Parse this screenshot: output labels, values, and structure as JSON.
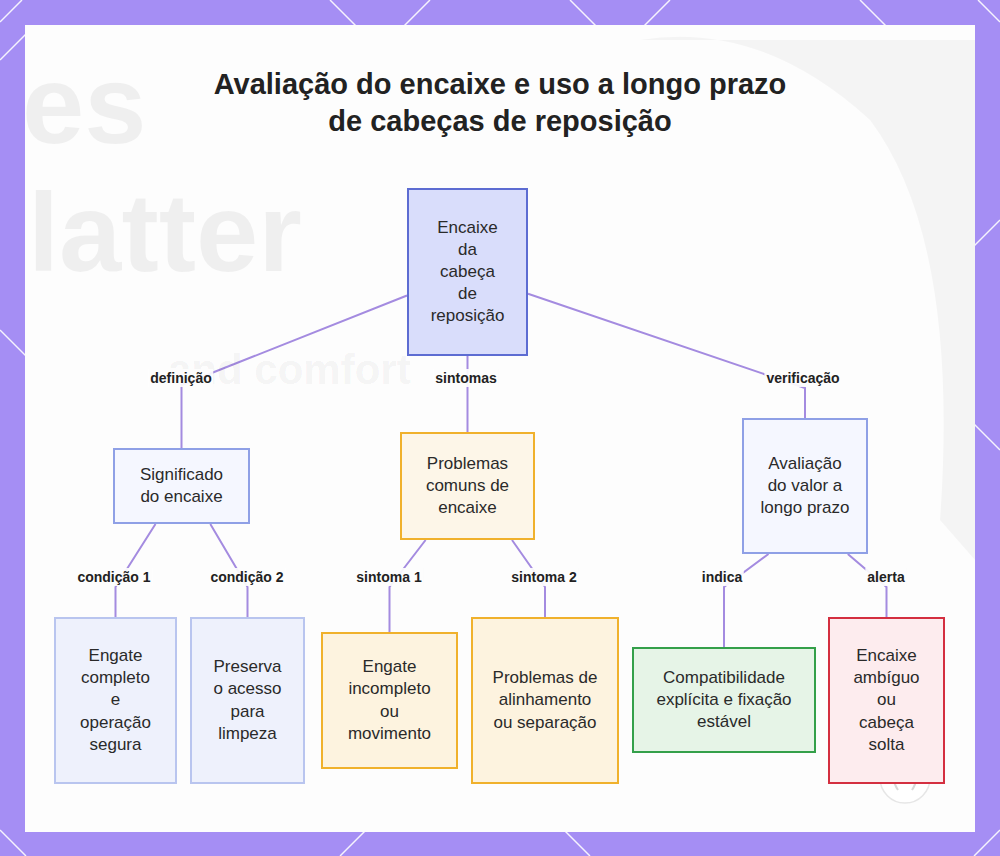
{
  "diagram": {
    "title": "Avaliação do encaixe e uso a longo prazo de cabeças de reposição",
    "nodes": [
      {
        "text": [
          "Encaixe da cabeça de reposição"
        ]
      },
      {
        "text": [
          "Significado do encaixe"
        ]
      },
      {
        "text": [
          "Problemas comuns de encaixe"
        ]
      },
      {
        "text": [
          "Avaliação do valor a longo prazo"
        ]
      },
      {
        "text": [
          "Engate completo e operação segura"
        ]
      },
      {
        "text": [
          "Preserva o acesso para limpeza"
        ]
      },
      {
        "text": [
          "Engate incompleto ou movimento"
        ]
      },
      {
        "text": [
          "Problemas de alinhamento ou separação"
        ]
      },
      {
        "text": [
          "Compatibilidade explícita e fixação estável"
        ]
      },
      {
        "text": [
          "Encaixe ambíguo ou cabeça solta"
        ]
      }
    ],
    "edges": [
      {
        "from": 0,
        "to": 1,
        "label": "definição",
        "arrow": "none"
      },
      {
        "from": 0,
        "to": 2,
        "label": "sintomas",
        "arrow": "none"
      },
      {
        "from": 0,
        "to": 3,
        "label": "verificação",
        "arrow": "none"
      },
      {
        "from": 1,
        "to": 4,
        "label": "condição 1",
        "arrow": "none"
      },
      {
        "from": 1,
        "to": 5,
        "label": "condição 2",
        "arrow": "none"
      },
      {
        "from": 2,
        "to": 6,
        "label": "sintoma 1",
        "arrow": "none"
      },
      {
        "from": 2,
        "to": 7,
        "label": "sintoma 2",
        "arrow": "none"
      },
      {
        "from": 3,
        "to": 8,
        "label": "indica",
        "arrow": "none"
      },
      {
        "from": 3,
        "to": 9,
        "label": "alerta",
        "arrow": "none"
      }
    ],
    "labels": [
      "es",
      "latter",
      "and comfort"
    ]
  }
}
